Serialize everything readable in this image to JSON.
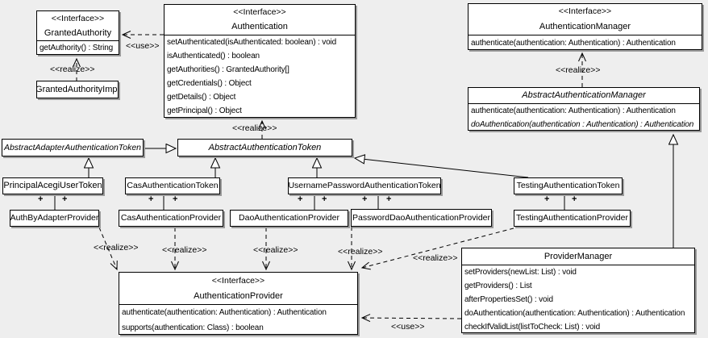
{
  "diagram_type": "uml-class-diagram",
  "colors": {
    "background": "#eeeeee",
    "box_fill": "#ffffff",
    "line": "#000000",
    "shadow": "#9a9a9a"
  },
  "labels": {
    "realize": "<<realize>>",
    "use": "<<use>>",
    "plus": "+",
    "interface_stereotype": "<<Interface>>"
  },
  "classes": {
    "granted_authority": {
      "stereotype": "<<Interface>>",
      "name": "GrantedAuthority",
      "methods": [
        "getAuthority() : String"
      ]
    },
    "granted_authority_impl": {
      "name": "GrantedAuthorityImpl"
    },
    "authentication": {
      "stereotype": "<<Interface>>",
      "name": "Authentication",
      "methods": [
        "setAuthenticated(isAuthenticated: boolean) : void",
        "isAuthenticated() : boolean",
        "getAuthorities() : GrantedAuthority[]",
        "getCredentials() : Object",
        "getDetails() : Object",
        "getPrincipal() : Object"
      ]
    },
    "authentication_manager": {
      "stereotype": "<<Interface>>",
      "name": "AuthenticationManager",
      "methods": [
        "authenticate(authentication: Authentication) : Authentication"
      ]
    },
    "abstract_authentication_manager": {
      "name": "AbstractAuthenticationManager",
      "abstract": true,
      "methods": [
        "authenticate(authentication: Authentication) : Authentication",
        "doAuthentication(authentication : Authentication) : Authentication"
      ]
    },
    "abstract_adapter_authentication_token": {
      "name": "AbstractAdapterAuthenticationToken",
      "abstract": true
    },
    "abstract_authentication_token": {
      "name": "AbstractAuthenticationToken",
      "abstract": true
    },
    "principal_acegi_user_token": {
      "name": "PrincipalAcegiUserToken"
    },
    "cas_authentication_token": {
      "name": "CasAuthenticationToken"
    },
    "username_password_authentication_token": {
      "name": "UsernamePasswordAuthenticationToken"
    },
    "testing_authentication_token": {
      "name": "TestingAuthenticationToken"
    },
    "auth_by_adapter_provider": {
      "name": "AuthByAdapterProvider"
    },
    "cas_authentication_provider": {
      "name": "CasAuthenticationProvider"
    },
    "dao_authentication_provider": {
      "name": "DaoAuthenticationProvider"
    },
    "password_dao_authentication_provider": {
      "name": "PasswordDaoAuthenticationProvider"
    },
    "testing_authentication_provider": {
      "name": "TestingAuthenticationProvider"
    },
    "authentication_provider": {
      "stereotype": "<<Interface>>",
      "name": "AuthenticationProvider",
      "methods": [
        "authenticate(authentication: Authentication) : Authentication",
        "supports(authentication: Class) : boolean"
      ]
    },
    "provider_manager": {
      "name": "ProviderManager",
      "methods": [
        "setProviders(newList: List) : void",
        "getProviders() : List",
        "afterPropertiesSet() : void",
        "doAuthentication(authentication: Authentication) : Authentication",
        "checkIfValidList(listToCheck: List) : void"
      ]
    }
  },
  "relationships": [
    {
      "type": "use",
      "from": "Authentication",
      "to": "GrantedAuthority"
    },
    {
      "type": "realize",
      "from": "GrantedAuthorityImpl",
      "to": "GrantedAuthority"
    },
    {
      "type": "realize",
      "from": "AbstractAuthenticationToken",
      "to": "Authentication"
    },
    {
      "type": "realize",
      "from": "AbstractAuthenticationManager",
      "to": "AuthenticationManager"
    },
    {
      "type": "generalize",
      "from": "AbstractAdapterAuthenticationToken",
      "to": "AbstractAuthenticationToken"
    },
    {
      "type": "generalize",
      "from": "PrincipalAcegiUserToken",
      "to": "AbstractAdapterAuthenticationToken"
    },
    {
      "type": "generalize",
      "from": "CasAuthenticationToken",
      "to": "AbstractAuthenticationToken"
    },
    {
      "type": "generalize",
      "from": "UsernamePasswordAuthenticationToken",
      "to": "AbstractAuthenticationToken"
    },
    {
      "type": "generalize",
      "from": "TestingAuthenticationToken",
      "to": "AbstractAuthenticationToken"
    },
    {
      "type": "generalize",
      "from": "ProviderManager",
      "to": "AbstractAuthenticationManager"
    },
    {
      "type": "association",
      "from": "PrincipalAcegiUserToken",
      "to": "AuthByAdapterProvider"
    },
    {
      "type": "association",
      "from": "CasAuthenticationToken",
      "to": "CasAuthenticationProvider"
    },
    {
      "type": "association",
      "from": "UsernamePasswordAuthenticationToken",
      "to": "DaoAuthenticationProvider"
    },
    {
      "type": "association",
      "from": "UsernamePasswordAuthenticationToken",
      "to": "PasswordDaoAuthenticationProvider"
    },
    {
      "type": "association",
      "from": "TestingAuthenticationToken",
      "to": "TestingAuthenticationProvider"
    },
    {
      "type": "realize",
      "from": "AuthByAdapterProvider",
      "to": "AuthenticationProvider"
    },
    {
      "type": "realize",
      "from": "CasAuthenticationProvider",
      "to": "AuthenticationProvider"
    },
    {
      "type": "realize",
      "from": "DaoAuthenticationProvider",
      "to": "AuthenticationProvider"
    },
    {
      "type": "realize",
      "from": "PasswordDaoAuthenticationProvider",
      "to": "AuthenticationProvider"
    },
    {
      "type": "realize",
      "from": "TestingAuthenticationProvider",
      "to": "AuthenticationProvider"
    },
    {
      "type": "use",
      "from": "ProviderManager",
      "to": "AuthenticationProvider"
    }
  ]
}
